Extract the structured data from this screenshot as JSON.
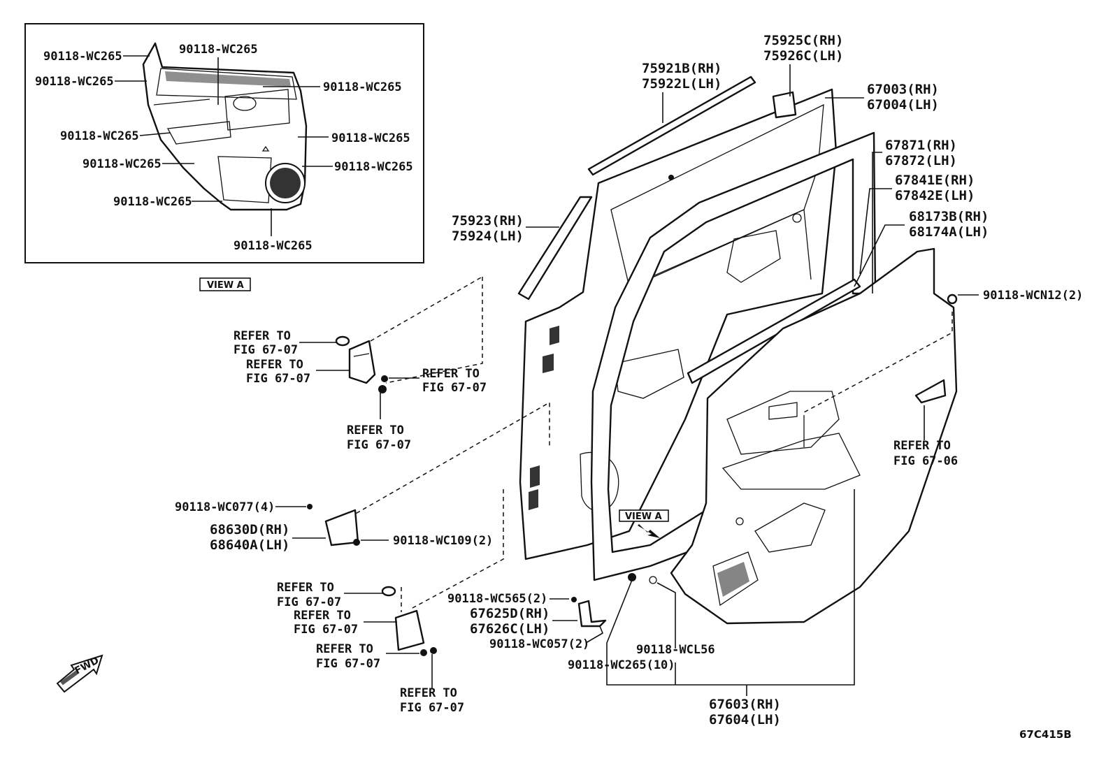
{
  "colors": {
    "ink": "#111111",
    "background": "#ffffff"
  },
  "inset": {
    "view_label": "VIEW A",
    "labels": [
      "90118-WC265",
      "90118-WC265",
      "90118-WC265",
      "90118-WC265",
      "90118-WC265",
      "90118-WC265",
      "90118-WC265",
      "90118-WC265",
      "90118-WC265",
      "90118-WC265"
    ]
  },
  "parts": {
    "p75925": [
      "75925C(RH)",
      "75926C(LH)"
    ],
    "p75921": [
      "75921B(RH)",
      "75922L(LH)"
    ],
    "p67003": [
      "67003(RH)",
      "67004(LH)"
    ],
    "p67871": [
      "67871(RH)",
      "67872(LH)"
    ],
    "p67841": [
      "67841E(RH)",
      "67842E(LH)"
    ],
    "p68173": [
      "68173B(RH)",
      "68174A(LH)"
    ],
    "p75923": [
      "75923(RH)",
      "75924(LH)"
    ],
    "wcn12": "90118-WCN12(2)",
    "refer_upper_1": [
      "REFER TO",
      "FIG 67-07"
    ],
    "refer_upper_2": [
      "REFER TO",
      "FIG 67-07"
    ],
    "refer_upper_3": [
      "REFER TO",
      "FIG 67-07"
    ],
    "refer_upper_4": [
      "REFER TO",
      "FIG 67-07"
    ],
    "refer_right": [
      "REFER TO",
      "FIG 67-06"
    ],
    "wc077": "90118-WC077(4)",
    "p68630": [
      "68630D(RH)",
      "68640A(LH)"
    ],
    "wc109": "90118-WC109(2)",
    "refer_lower_1": [
      "REFER TO",
      "FIG 67-07"
    ],
    "refer_lower_2": [
      "REFER TO",
      "FIG 67-07"
    ],
    "refer_lower_3": [
      "REFER TO",
      "FIG 67-07"
    ],
    "refer_lower_4": [
      "REFER TO",
      "FIG 67-07"
    ],
    "wc565": "90118-WC565(2)",
    "p67625": [
      "67625D(RH)",
      "67626C(LH)"
    ],
    "wc057": "90118-WC057(2)",
    "wcl56": "90118-WCL56",
    "wc265_10": "90118-WC265(10)",
    "p67603": [
      "67603(RH)",
      "67604(LH)"
    ],
    "view_a": "VIEW A",
    "fwd": "FWD",
    "figure_code": "67C415B"
  }
}
